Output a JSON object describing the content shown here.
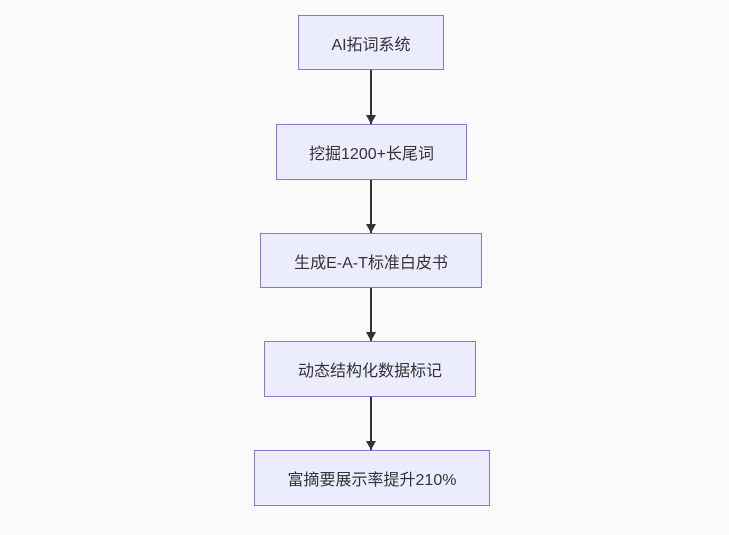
{
  "flowchart": {
    "type": "vertical-flow",
    "background_color": "#fafafa",
    "node_fill_color": "#ECECFF",
    "node_border_color": "#9370DB",
    "text_color": "#333333",
    "arrow_color": "#333333",
    "nodes": [
      {
        "label": "AI拓词系统"
      },
      {
        "label": "挖掘1200+长尾词"
      },
      {
        "label": "生成E-A-T标准白皮书"
      },
      {
        "label": "动态结构化数据标记"
      },
      {
        "label": "富摘要展示率提升210%"
      }
    ],
    "edges": [
      {
        "from": 0,
        "to": 1
      },
      {
        "from": 1,
        "to": 2
      },
      {
        "from": 2,
        "to": 3
      },
      {
        "from": 3,
        "to": 4
      }
    ]
  }
}
